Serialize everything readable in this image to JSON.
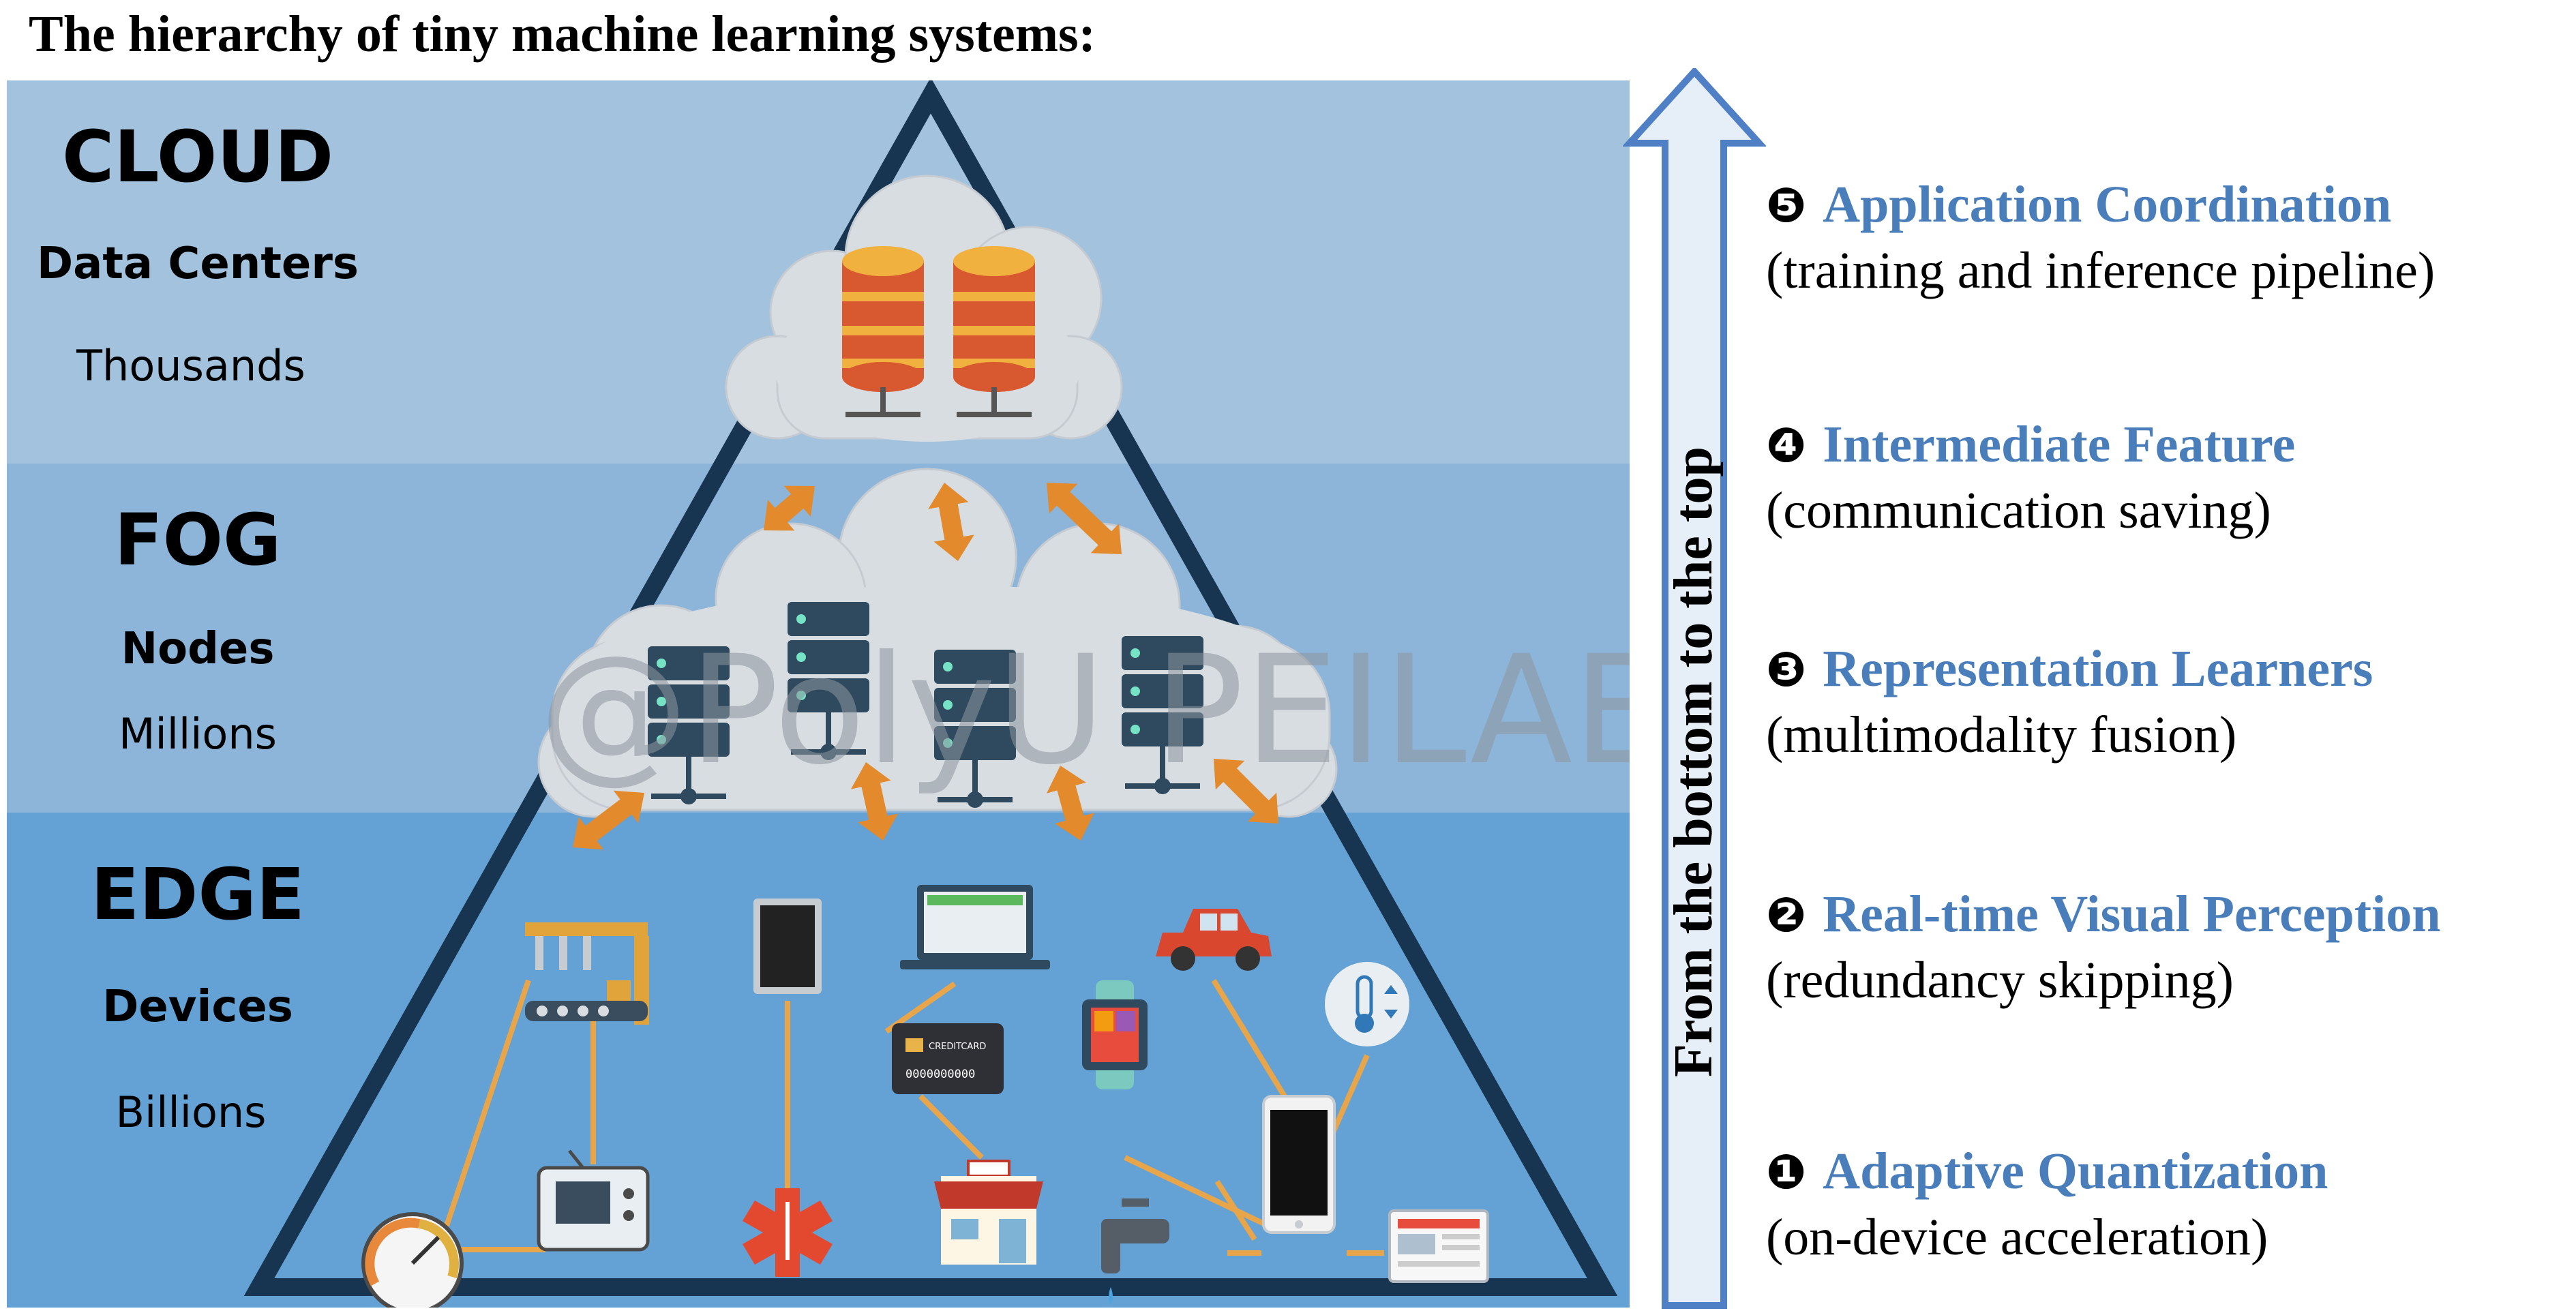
{
  "title": "The hierarchy of tiny machine learning systems:",
  "watermark": "@PolyU PEILAB",
  "tiers": {
    "cloud": {
      "name": "CLOUD",
      "subtitle": "Data Centers",
      "count": "Thousands"
    },
    "fog": {
      "name": "FOG",
      "subtitle": "Nodes",
      "count": "Millions"
    },
    "edge": {
      "name": "EDGE",
      "subtitle": "Devices",
      "count": "Billions"
    }
  },
  "device_labels": {
    "credit_card": "CREDITCARD",
    "card_number": "0000000000"
  },
  "direction_label": "From the bottom to the top",
  "steps": [
    {
      "num": "❺",
      "title": "Application Coordination",
      "desc": "(training and inference pipeline)"
    },
    {
      "num": "❹",
      "title": "Intermediate Feature",
      "desc": "(communication saving)"
    },
    {
      "num": "❸",
      "title": "Representation Learners",
      "desc": "(multimodality fusion)"
    },
    {
      "num": "❷",
      "title": "Real-time Visual Perception",
      "desc": "(redundancy skipping)"
    },
    {
      "num": "❶",
      "title": "Adaptive Quantization",
      "desc": "(on-device acceleration)"
    }
  ],
  "colors": {
    "cloud_band": "#a2c2de",
    "fog_band": "#8db5da",
    "edge_band": "#64a1d4",
    "triangle": "#173450",
    "arrows": "#e28a2c",
    "links": "#e8a54a",
    "step_title": "#4a7ebb",
    "direction_arrow": "#4f80c6"
  },
  "icons": [
    "database-icon",
    "server-icon",
    "factory-robot-icon",
    "tablet-icon",
    "laptop-icon",
    "car-icon",
    "thermometer-icon",
    "credit-card-icon",
    "smartwatch-icon",
    "smartphone-icon",
    "gauge-icon",
    "game-console-icon",
    "medical-icon",
    "store-icon",
    "water-tap-icon",
    "newspaper-icon"
  ]
}
